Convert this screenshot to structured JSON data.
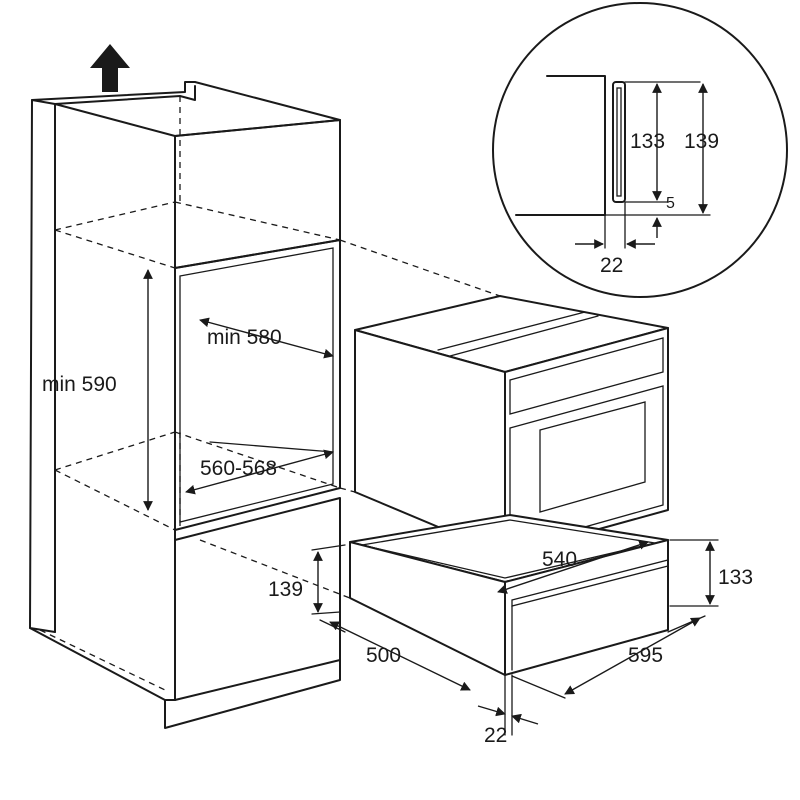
{
  "dimensions": {
    "niche_height": "min 590",
    "niche_depth": "min 580",
    "niche_width": "560-568",
    "drawer_niche_height": "139",
    "drawer_depth": "500",
    "drawer_front_offset": "22",
    "drawer_width_inner": "540",
    "drawer_width": "595",
    "drawer_height": "133"
  },
  "detail": {
    "front_height": "133",
    "total_height": "139",
    "gap": "5",
    "front_offset": "22"
  },
  "icons": {
    "direction": "up-arrow-icon"
  }
}
